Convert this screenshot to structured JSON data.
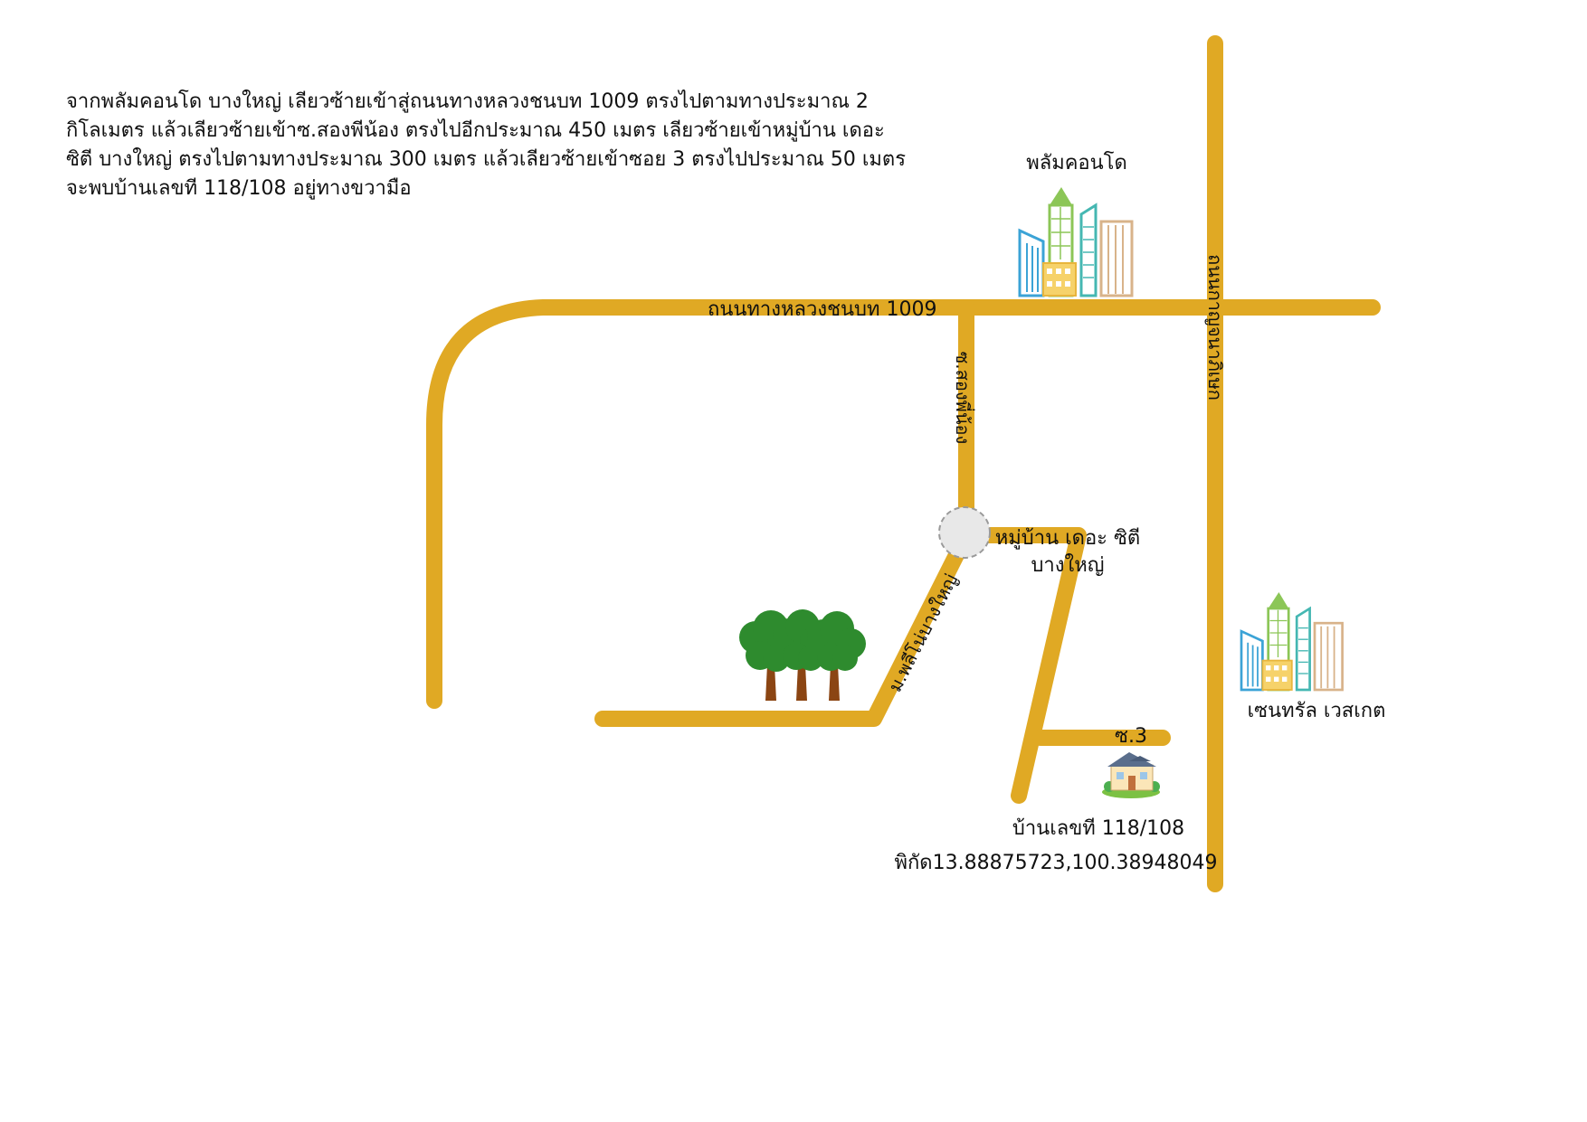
{
  "directions": [
    "จากพลัมคอนโด บางใหญ่ เลียวซ้ายเข้าสู่ถนนทางหลวงชนบท 1009 ตรงไปตามทางประมาณ  2",
    "กิโลเมตร แล้วเลียวซ้ายเข้าซ.สองพีน้อง ตรงไปอีกประมาณ 450 เมตร เลียวซ้ายเข้าหมู่บ้าน เดอะ",
    "ซิตี บางใหญ่ ตรงไปตามทางประมาณ 300 เมตร แล้วเลียวซ้ายเข้าซอย 3 ตรงไปประมาณ 50 เมตร",
    "จะพบบ้านเลขที  118/108 อยู่ทางขวามือ"
  ],
  "landmarks": {
    "plum_condo": "พลัมคอนโด",
    "central": "เซนทรัล เวสเกต",
    "village_line1": "หมู่บ้าน เดอะ ซิตี",
    "village_line2": "บางใหญ่"
  },
  "roads": {
    "main": "ถนนทางหลวงชนบท 1009",
    "kanchana": "ถนนกาญจนาภิเษก",
    "song_phi_nong": "ซ.สองพี่น้อง",
    "pleno": "ม.พลีโน่บางใหญ่",
    "soi3": "ซ.3"
  },
  "destination": {
    "house": "บ้านเลขที 118/108",
    "coords": "พิกัด13.88875723,100.38948049"
  },
  "colors": {
    "road": "#E0A924",
    "roundabout": "#E8E8E8",
    "tree_green": "#2E8B2E",
    "trunk": "#8B4513"
  },
  "icons": [
    "buildings-icon",
    "tree-icon",
    "house-icon"
  ]
}
